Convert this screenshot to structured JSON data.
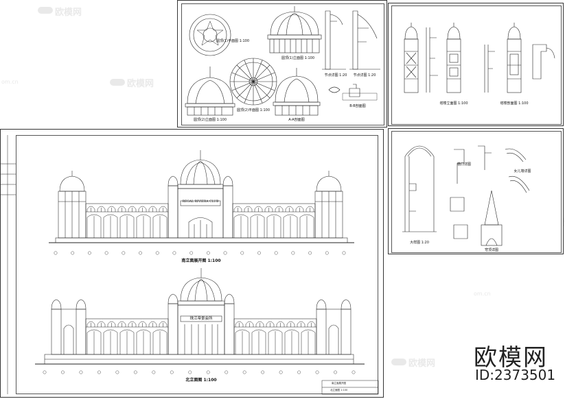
{
  "captions": {
    "south_elevation": "南立面展开图  1:100",
    "east_elevation": "北立面图  1:100",
    "dome_plan_a": "圆顶(1)平面图  1:100",
    "dome_plan_b": "圆顶(2)平面图  1:100",
    "dome_elev_a": "圆顶(1)立面图  1:100",
    "dome_elev_b": "圆顶(2)立面图  1:100",
    "section_a": "A-A剖面图",
    "section_b": "B-B剖面图",
    "node_a": "节点详图  1:20",
    "node_b": "节点详图  1:20",
    "tower_elev": "塔楼立面图  1:100",
    "tower_sect": "塔楼剖面图  1:100",
    "detail_big": "大样图  1:20",
    "detail_c": "檐口详图",
    "detail_d": "女儿墙详图",
    "detail_e": "穹顶详图"
  },
  "signs": {
    "south": "REGAL RIVIERA CLUB",
    "north": "珠江帝景会所"
  },
  "title_block": {
    "sheet_name_1": "南立面展开图",
    "sheet_name_2": "北立面图 1:100"
  },
  "watermark": {
    "text": "欧模网",
    "url": "om.cn"
  },
  "brand": {
    "name": "欧模网",
    "id": "ID:2373501"
  }
}
